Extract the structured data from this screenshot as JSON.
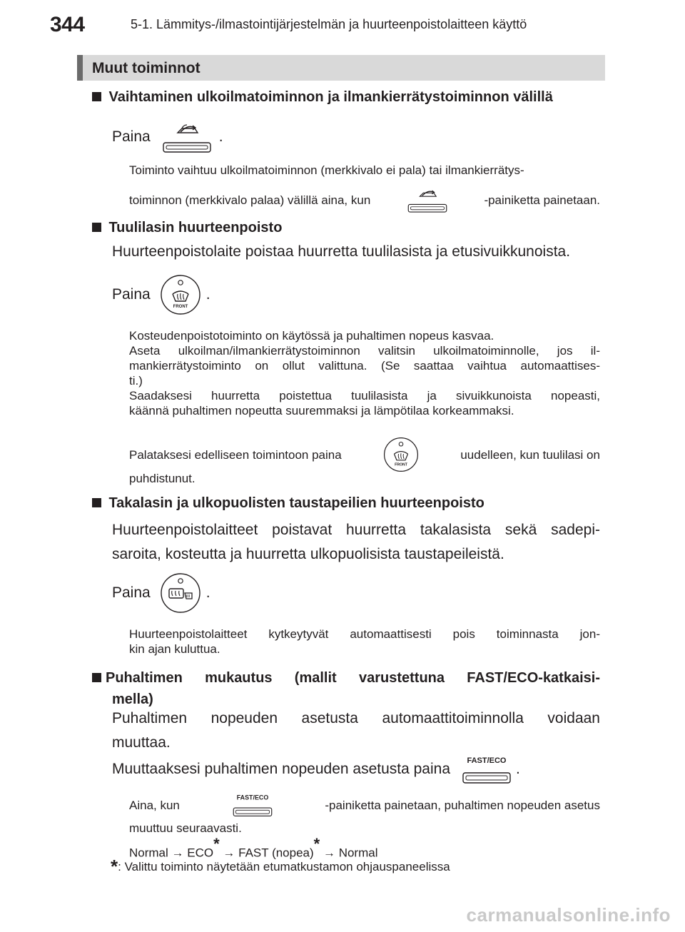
{
  "header": {
    "page_number": "344",
    "chapter": "5-1. Lämmitys-/ilmastointijärjestelmän ja huurteenpoistolaitteen käyttö"
  },
  "section": {
    "title": "Muut toiminnot"
  },
  "s1": {
    "heading": "Vaihtaminen ulkoilmatoiminnon ja ilmankierrätystoiminnon välillä",
    "press": "Paina",
    "dot": ".",
    "note_line1": "Toiminto vaihtuu ulkoilmatoiminnon (merkkivalo ei pala) tai ilmankierrätys-",
    "note_line2_pre": "toiminnon (merkkivalo palaa) välillä aina, kun",
    "note_line2_post": "-painiketta painetaan."
  },
  "s2": {
    "heading": "Tuulilasin huurteenpoisto",
    "body": "Huurteenpoistolaite poistaa huurretta tuulilasista ja etusivuikkunoista.",
    "press": "Paina",
    "dot": ".",
    "front_label": "FRONT",
    "note_lines": [
      "Kosteudenpoistotoiminto on käytössä ja puhaltimen nopeus kasvaa.",
      "Aseta ulkoilman/ilmankierrätystoiminnon valitsin ulkoilmatoiminnolle, jos il-",
      "mankierrätystoiminto on ollut valittuna. (Se saattaa vaihtua automaattises-",
      "ti.)",
      "Saadaksesi huurretta poistettua tuulilasista ja sivuikkunoista nopeasti,",
      "käännä puhaltimen nopeutta suuremmaksi ja lämpötilaa korkeammaksi."
    ],
    "return_pre": "Palataksesi edelliseen toimintoon paina",
    "return_post": "uudelleen, kun tuulilasi on",
    "return_line2": "puhdistunut."
  },
  "s3": {
    "heading": "Takalasin ja ulkopuolisten taustapeilien huurteenpoisto",
    "body_line1": "Huurteenpoistolaitteet poistavat huurretta takalasista sekä sadepi-",
    "body_line2": "saroita, kosteutta ja huurretta ulkopuolisista taustapeileistä.",
    "press": "Paina",
    "dot": ".",
    "note_line1": "Huurteenpoistolaitteet kytkeytyvät automaattisesti pois toiminnasta jon-",
    "note_line2": "kin ajan kuluttua."
  },
  "s4": {
    "heading_line1": "Puhaltimen mukautus (mallit varustettuna FAST/ECO-katkaisi-",
    "heading_line2": "mella)",
    "body_line1": "Puhaltimen nopeuden asetusta automaattitoiminnolla voidaan",
    "body_line2": "muuttaa.",
    "change_pre": "Muuttaaksesi puhaltimen nopeuden asetusta paina",
    "dot": ".",
    "fasteco_label": "FAST/ECO",
    "note_pre": "Aina, kun",
    "note_post": "-painiketta painetaan, puhaltimen nopeuden asetus",
    "note_line2": "muuttuu seuraavasti.",
    "seq_normal": "Normal",
    "seq_arrow": "→",
    "seq_eco": "ECO",
    "seq_star": "*",
    "seq_fast": "FAST (nopea)",
    "seq_normal2": "Normal"
  },
  "footnote": {
    "star": "*",
    "text": ": Valittu toiminto näytetään etumatkustamon ohjauspaneelissa"
  },
  "watermark": "carmanualsonline.info"
}
